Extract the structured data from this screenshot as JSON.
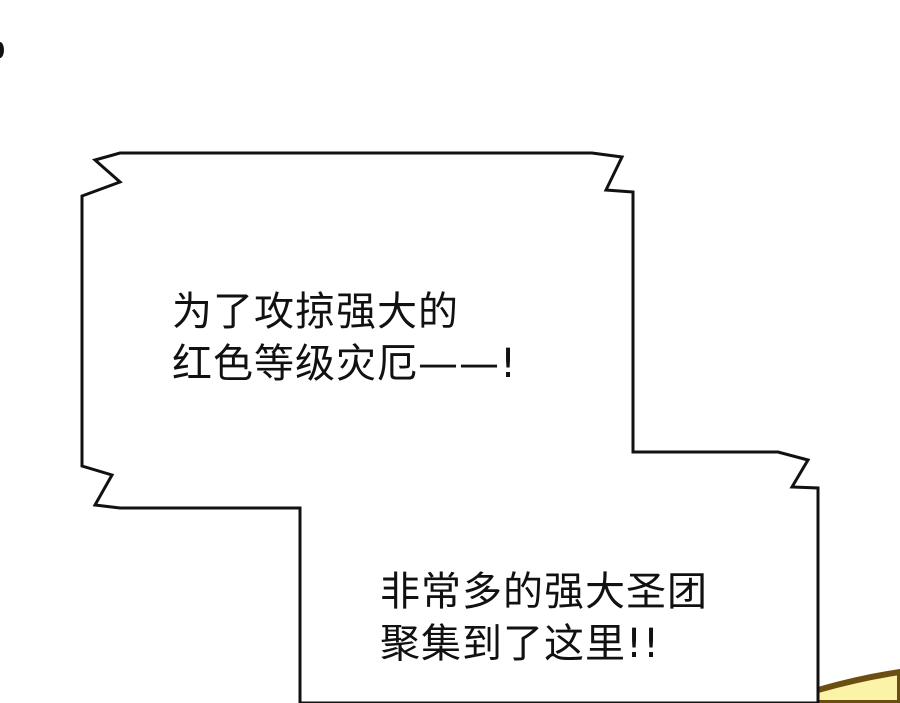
{
  "bubble_1": {
    "lines": [
      "为了攻掠强大的",
      "红色等级灾厄——!"
    ]
  },
  "bubble_2": {
    "lines": [
      "非常多的强大圣团",
      "聚集到了这里!!"
    ]
  },
  "colors": {
    "outline": "#111111",
    "bubble_fill": "#ffffff",
    "accent_fill": "#fbf3a8",
    "accent_stroke": "#6b4e12"
  }
}
